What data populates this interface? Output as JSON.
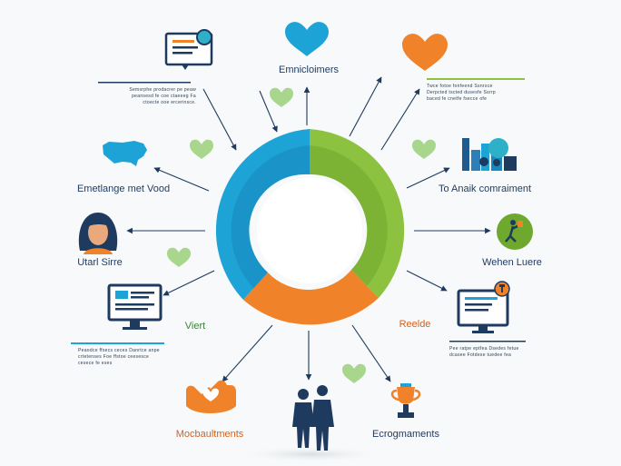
{
  "labels": {
    "top": "Emnicloimers",
    "left_upper": "Emetlange met Vood",
    "right_upper": "To Anaik comraiment",
    "left_mid": "Utarl Sirre",
    "right_mid": "Wehen Luere",
    "left_lower": "Viert",
    "right_lower": "Reelde",
    "bottom_left": "Mocbaultments",
    "bottom_right": "Ecrogmaments"
  },
  "captions": {
    "top_left": "Semsrphe prodacrer pe peaw peansesd fe coe ctaeeeg Fa ctoecte ooe ercerinsce.",
    "top_right": "Twce fotoe fonfeend Ssnrsce Derpcted tscted dusesfe Ssrrp baced fe cnetfe fsecce ofe",
    "bottom_left": "Peaodce ffsecs ceces Danrtce anpe crtetenses Foe ffstoe ceesesce cesece fe eses",
    "bottom_right": "Pee ratpe eptfea Dsedes fetue dcasee Fotdese tuedee fea"
  },
  "colors": {
    "blue": "#1ea3d6",
    "green": "#8cc23f",
    "orange": "#f0832a",
    "navy": "#1f3a5f",
    "light_green": "#a8d68c",
    "teal": "#2eb0c9"
  },
  "icons": [
    "speech-monitor-icon",
    "heart-icon",
    "map-icon",
    "city-icon",
    "woman-avatar-icon",
    "person-sign-icon",
    "monitor-icon",
    "hands-heart-icon",
    "couple-icon",
    "trophy-icon"
  ]
}
